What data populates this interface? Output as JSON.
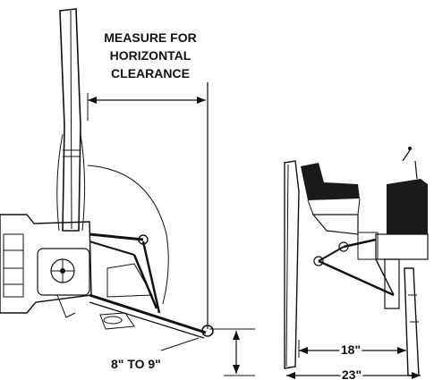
{
  "figure": {
    "callout": {
      "line1": "MEASURE FOR",
      "line2": "HORIZONTAL",
      "line3": "CLEARANCE"
    },
    "left_dimension": "8\" TO 9\"",
    "right_dimensions": {
      "inner": "18\"",
      "outer": "23\""
    }
  },
  "colors": {
    "ink": "#111111",
    "fill_dark": "#1a1a1a",
    "fill_gray": "#cfcfcf"
  }
}
